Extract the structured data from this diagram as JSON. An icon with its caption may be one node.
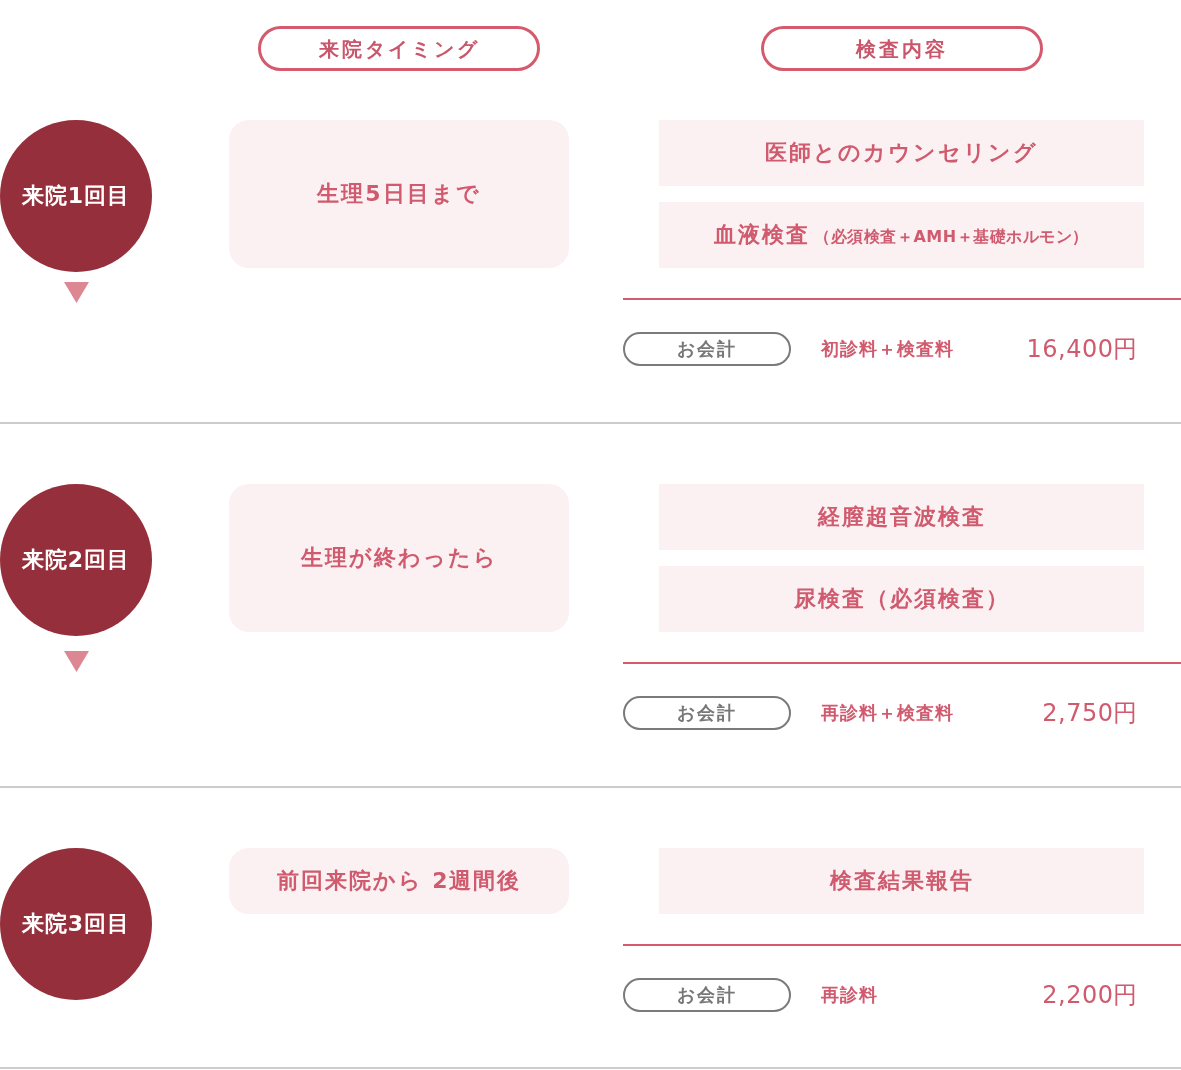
{
  "diagram": {
    "nodes": [
      {
        "text": [
          "来院タイミング"
        ]
      },
      {
        "text": [
          "検査内容"
        ]
      },
      {
        "text": [
          "来院1回目"
        ]
      },
      {
        "text": [
          "生理5日目まで"
        ]
      },
      {
        "text": [
          "医師とのカウンセリング"
        ]
      },
      {
        "text": [
          "血液検査",
          "（必須検査＋AMH＋基礎ホルモン）"
        ]
      },
      {
        "text": [
          "お会計"
        ]
      },
      {
        "text": [
          "来院2回目"
        ]
      },
      {
        "text": [
          "生理が終わったら"
        ]
      },
      {
        "text": [
          "経膣超音波検査"
        ]
      },
      {
        "text": [
          "尿検査（必須検査）"
        ]
      },
      {
        "text": [
          "お会計"
        ]
      },
      {
        "text": [
          "来院3回目"
        ]
      },
      {
        "text": [
          "前回来院から 2週間後"
        ]
      },
      {
        "text": [
          "検査結果報告"
        ]
      },
      {
        "text": [
          "お会計"
        ]
      }
    ],
    "labels": [
      "初診料＋検査料",
      "16,400円",
      "再診料＋検査料",
      "2,750円",
      "再診料",
      "2,200円"
    ]
  }
}
